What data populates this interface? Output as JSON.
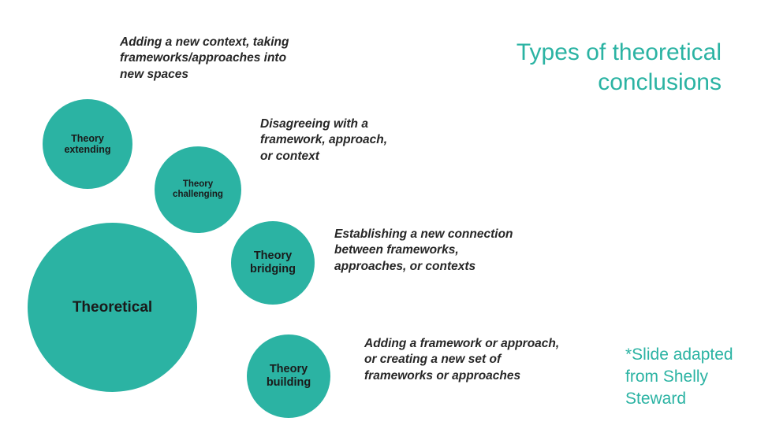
{
  "title": "Types of theoretical\nconclusions",
  "credit": "*Slide adapted\nfrom Shelly\nSteward",
  "circles": [
    {
      "key": "theoretical",
      "label": "Theoretical"
    },
    {
      "key": "extending",
      "label": "Theory\nextending"
    },
    {
      "key": "challenging",
      "label": "Theory\nchallenging"
    },
    {
      "key": "bridging",
      "label": "Theory\nbridging"
    },
    {
      "key": "building",
      "label": "Theory\nbuilding"
    }
  ],
  "annotations": [
    {
      "key": "extending",
      "text": "Adding a new context, taking\nframeworks/approaches into\nnew spaces"
    },
    {
      "key": "challenging",
      "text": "Disagreeing with a\nframework, approach,\nor context"
    },
    {
      "key": "bridging",
      "text": "Establishing a new connection\nbetween frameworks,\napproaches, or contexts"
    },
    {
      "key": "building",
      "text": "Adding a framework or approach,\nor creating a new set of\nframeworks or approaches"
    }
  ],
  "colors": {
    "accent": "#2BB3A3",
    "text": "#262626",
    "background": "#FFFFFF"
  }
}
